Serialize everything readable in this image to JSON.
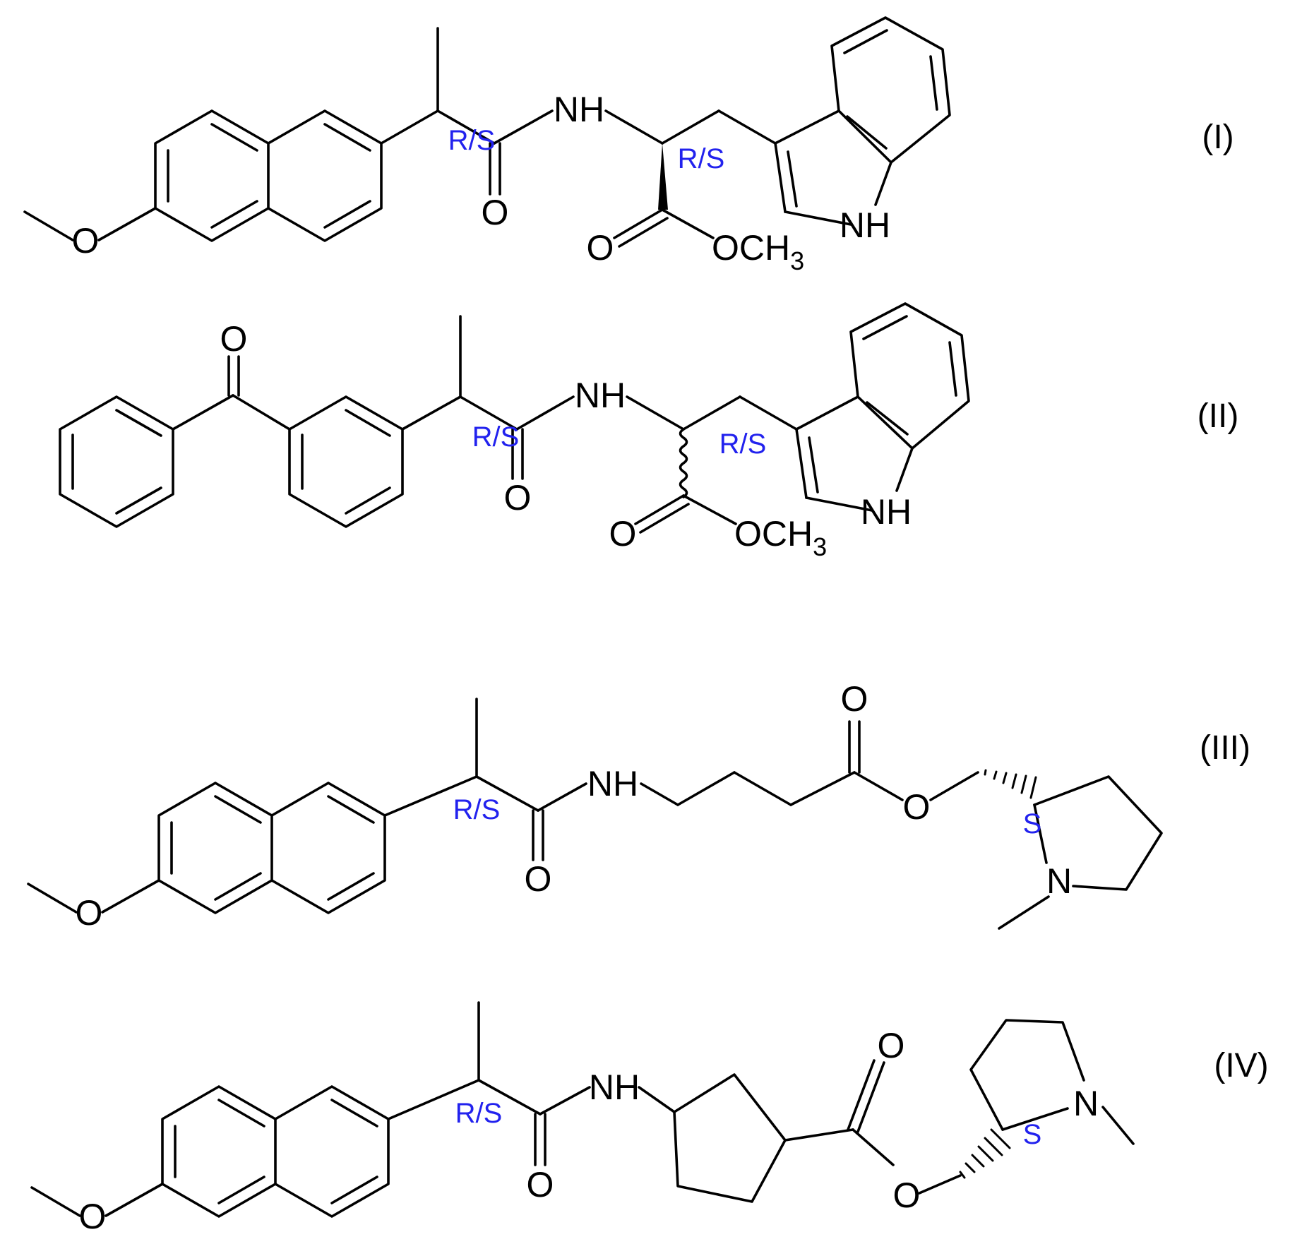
{
  "figure": {
    "compounds": [
      {
        "id": "I",
        "label": "(I)",
        "atoms": {
          "o_methoxy": "O",
          "nh_amide": "NH",
          "o_amide": "O",
          "o_ester": "O",
          "och3": "OCH",
          "och3_sub": "3",
          "nh_indole": "NH"
        },
        "stereo": [
          "R/S",
          "R/S"
        ]
      },
      {
        "id": "II",
        "label": "(II)",
        "atoms": {
          "o_ketone": "O",
          "nh_amide": "NH",
          "o_amide": "O",
          "o_ester": "O",
          "och3": "OCH",
          "och3_sub": "3",
          "nh_indole": "NH"
        },
        "stereo": [
          "R/S",
          "R/S"
        ]
      },
      {
        "id": "III",
        "label": "(III)",
        "atoms": {
          "o_methoxy": "O",
          "nh_amide": "NH",
          "o_amide": "O",
          "o_carbonyl": "O",
          "o_ester": "O",
          "n_pyrrolidine": "N"
        },
        "stereo": [
          "R/S",
          "S"
        ]
      },
      {
        "id": "IV",
        "label": "(IV)",
        "atoms": {
          "o_methoxy": "O",
          "nh_amide": "NH",
          "o_amide": "O",
          "o_carbonyl": "O",
          "o_ester": "O",
          "n_pyrrolidine": "N"
        },
        "stereo": [
          "R/S",
          "S"
        ]
      }
    ],
    "colors": {
      "bond": "#000000",
      "atom": "#000000",
      "stereo_label": "#2222ee"
    }
  }
}
